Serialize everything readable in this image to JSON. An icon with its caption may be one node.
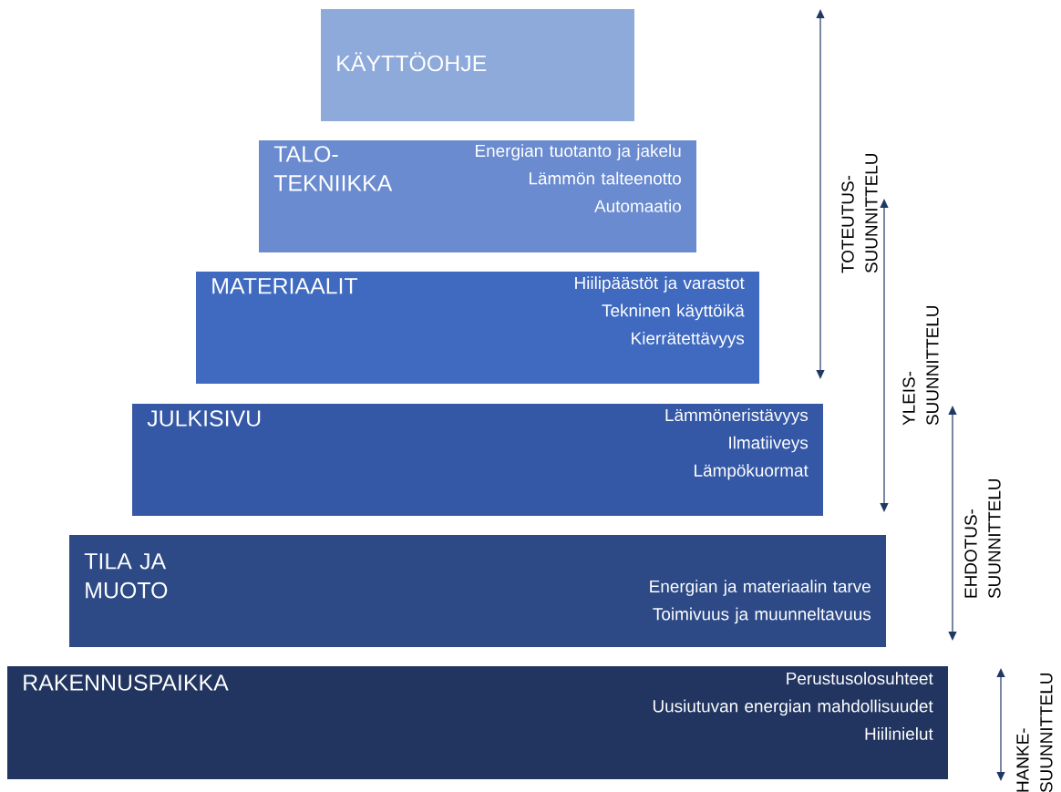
{
  "diagram": {
    "nodes": [
      {
        "text": [
          "KÄYTTÖOHJE"
        ]
      },
      {
        "text": [
          "TALO- TEKNIIKKA",
          "Energian tuotanto ja jakelu",
          "Lämmön talteenotto",
          "Automaatio"
        ]
      },
      {
        "text": [
          "MATERIAALIT",
          "Hiilipäästöt ja varastot",
          "Tekninen käyttöikä",
          "Kierrätettävyys"
        ]
      },
      {
        "text": [
          "JULKISIVU",
          "Lämmöneristävyys",
          "Ilmatiiveys",
          "Lämpökuormat"
        ]
      },
      {
        "text": [
          "TILA JA MUOTO",
          "Energian ja materiaalin tarve",
          "Toimivuus ja muunneltavuus"
        ]
      },
      {
        "text": [
          "RAKENNUSPAIKKA",
          "Perustusolosuhteet",
          "Uusiutuvan energian mahdollisuudet",
          "Hiilinielut"
        ]
      }
    ],
    "labels": [
      "TOTEUTUS- SUUNNITTELU",
      "YLEIS- SUUNNITTELU",
      "EHDOTUS- SUUNNITTELU",
      "HANKE- SUUNNITTELU"
    ]
  }
}
